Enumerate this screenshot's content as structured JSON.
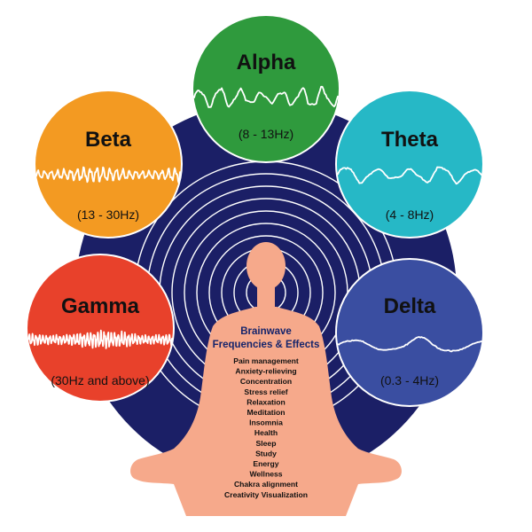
{
  "colors": {
    "background": "#ffffff",
    "rings": "#1b1f66",
    "ring_line": "#ffffff",
    "figure": "#f6a98b",
    "wave": "#ffffff",
    "heading": "#15246b"
  },
  "bands": [
    {
      "id": "alpha",
      "name": "Alpha",
      "range": "(8 - 13Hz)",
      "color": "#2f9a3d"
    },
    {
      "id": "theta",
      "name": "Theta",
      "range": "(4 - 8Hz)",
      "color": "#26b8c6"
    },
    {
      "id": "delta",
      "name": "Delta",
      "range": "(0.3 - 4Hz)",
      "color": "#3a4ea1"
    },
    {
      "id": "gamma",
      "name": "Gamma",
      "range": "(30Hz and above)",
      "color": "#e8412b"
    },
    {
      "id": "beta",
      "name": "Beta",
      "range": "(13 - 30Hz)",
      "color": "#f39a22"
    }
  ],
  "effects": {
    "title_line1": "Brainwave",
    "title_line2": "Frequencies & Effects",
    "items": [
      "Pain management",
      "Anxiety-relieving",
      "Concentration",
      "Stress relief",
      "Relaxation",
      "Meditation",
      "Insomnia",
      "Health",
      "Sleep",
      "Study",
      "Energy",
      "Wellness",
      "Chakra alignment",
      "Creativity Visualization"
    ]
  }
}
